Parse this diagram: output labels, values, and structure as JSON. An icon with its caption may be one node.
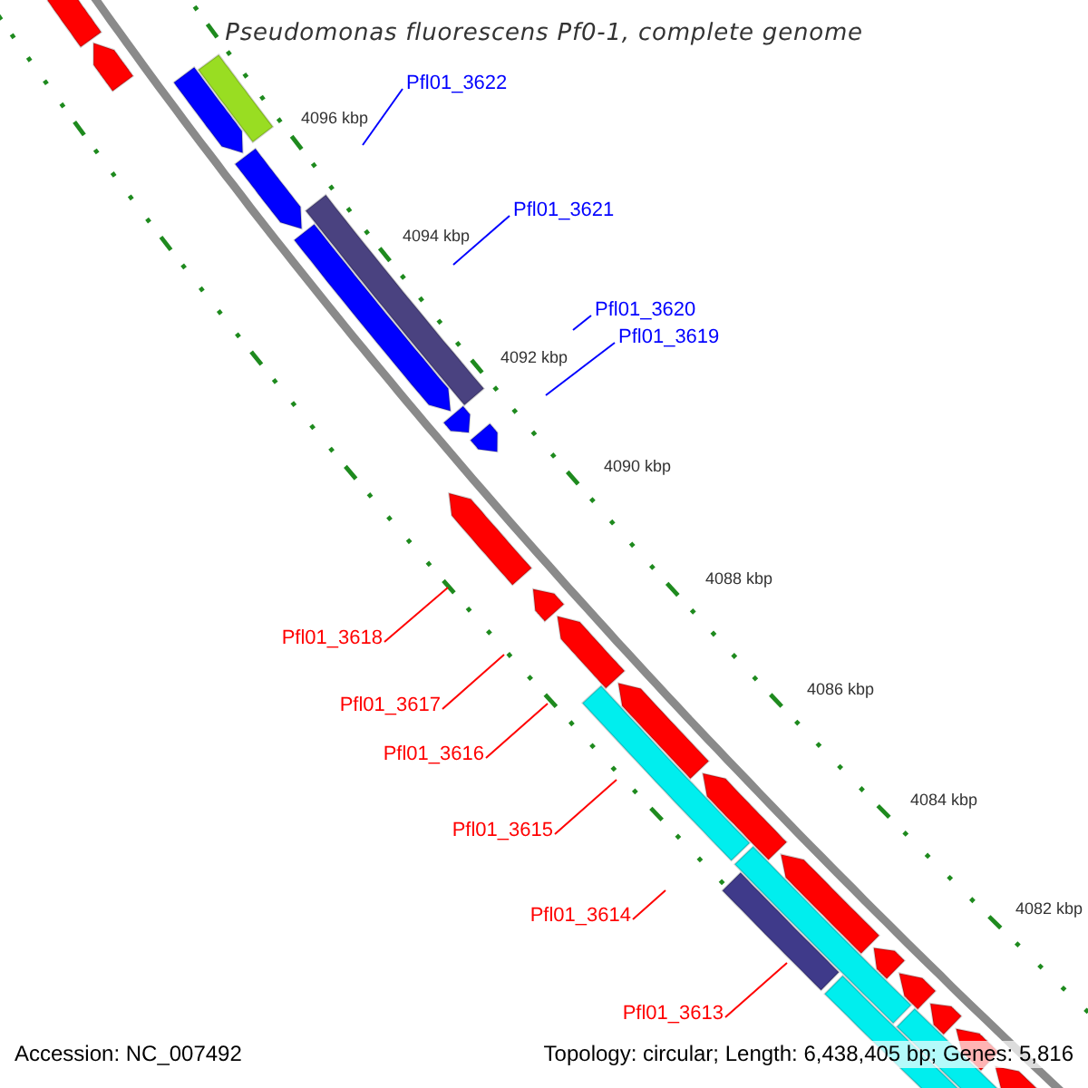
{
  "diagram": {
    "title": "Pseudomonas fluorescens Pf0-1, complete genome",
    "nodes": [
      {
        "text": [
          "Pfl01_3622"
        ]
      },
      {
        "text": [
          "Pfl01_3621"
        ]
      },
      {
        "text": [
          "Pfl01_3620"
        ]
      },
      {
        "text": [
          "Pfl01_3619"
        ]
      },
      {
        "text": [
          "Pfl01_3618"
        ]
      },
      {
        "text": [
          "Pfl01_3617"
        ]
      },
      {
        "text": [
          "Pfl01_3616"
        ]
      },
      {
        "text": [
          "Pfl01_3615"
        ]
      },
      {
        "text": [
          "Pfl01_3614"
        ]
      },
      {
        "text": [
          "Pfl01_3613"
        ]
      }
    ],
    "edges": [
      {
        "from": 0,
        "to": null,
        "arrow": "none",
        "color": "#0000ff"
      },
      {
        "from": 1,
        "to": null,
        "arrow": "none",
        "color": "#0000ff"
      },
      {
        "from": 2,
        "to": null,
        "arrow": "none",
        "color": "#0000ff"
      },
      {
        "from": 3,
        "to": null,
        "arrow": "none",
        "color": "#0000ff"
      },
      {
        "from": 4,
        "to": null,
        "arrow": "none"
      },
      {
        "from": 5,
        "to": null,
        "arrow": "none"
      },
      {
        "from": 6,
        "to": null,
        "arrow": "none"
      },
      {
        "from": 7,
        "to": null,
        "arrow": "none"
      },
      {
        "from": 8,
        "to": null,
        "arrow": "none"
      },
      {
        "from": 9,
        "to": null,
        "arrow": "none"
      }
    ],
    "labels": [
      "4096 kbp",
      "4094 kbp",
      "4092 kbp",
      "4090 kbp",
      "4088 kbp",
      "4086 kbp",
      "4084 kbp",
      "4082 kbp",
      "Accession: NC_007492",
      "Topology: circular; Length: 6,438,405 bp; Genes: 5,816"
    ]
  }
}
